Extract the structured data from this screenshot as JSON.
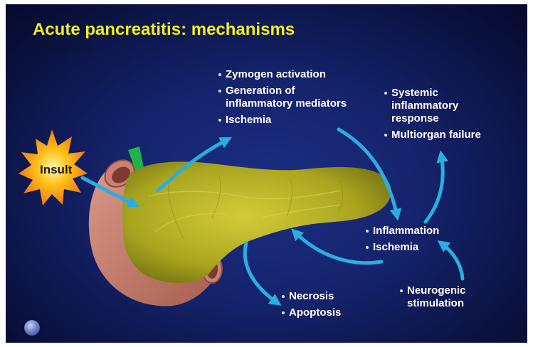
{
  "title": "Acute pancreatitis: mechanisms",
  "subtitle_ghost": "mechanisms",
  "insult_label": "Insult",
  "lists": {
    "early_events": [
      "Zymogen activation",
      "Generation of\ninflammatory mediators",
      "Ischemia"
    ],
    "systemic": [
      "Systemic\ninflammatory\nresponse",
      "Multiorgan failure"
    ],
    "local": [
      "Inflammation",
      "Ischemia"
    ],
    "cell_death": [
      "Necrosis",
      "Apoptosis"
    ],
    "neurogenic": [
      "Neurogenic\nstimulation"
    ]
  },
  "colors": {
    "title": "#f3ef1a",
    "arrow": "#2aaee0",
    "pancreas": "#b8b22a",
    "duodenum": "#c98274",
    "background": "#142269"
  }
}
